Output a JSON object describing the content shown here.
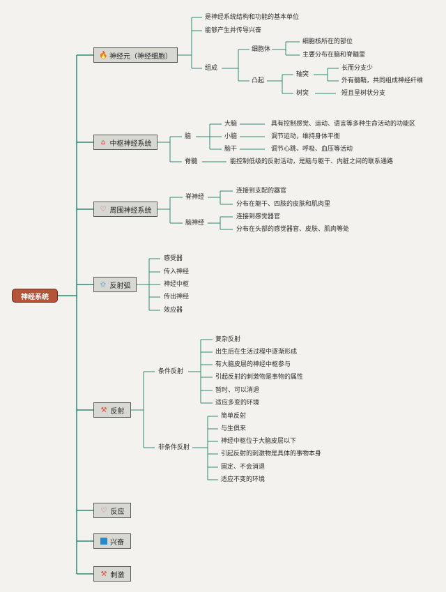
{
  "root": "神经系统",
  "icons": {
    "neuron": "flame-icon",
    "central": "house-icon",
    "peripheral": "heart-icon",
    "arc": "star-icon",
    "reflex": "tools-icon",
    "response": "heart-icon",
    "excite": "flag-icon",
    "stimulus": "tools-icon"
  },
  "neuron": {
    "label": "神经元（神经细胞）",
    "desc1": "是神经系统结构和功能的基本单位",
    "desc2": "能够产生并传导兴奋",
    "composition": "组成",
    "soma": "细胞体",
    "soma1": "细胞核所在的部位",
    "soma2": "主要分布在脑和脊髓里",
    "process": "凸起",
    "axon": "轴突",
    "axon1": "长而分支少",
    "axon2": "外有髓鞘，共同组成神经纤维",
    "dendrite": "树突",
    "dendrite1": "短且呈树状分支"
  },
  "central": {
    "label": "中枢神经系统",
    "brain": "脑",
    "cerebrum": "大脑",
    "cerebrum_d": "具有控制感觉、运动、语言等多种生命活动的功能区",
    "cerebellum": "小脑",
    "cerebellum_d": "调节运动，维持身体平衡",
    "brainstem": "脑干",
    "brainstem_d": "调节心跳、呼吸、血压等活动",
    "spinal": "脊髓",
    "spinal_d": "能控制低级的反射活动，是脑与躯干、内脏之间的联系通路"
  },
  "peripheral": {
    "label": "周围神经系统",
    "spinal_nerve": "脊神经",
    "sn1": "连接到支配的器官",
    "sn2": "分布在躯干、四肢的皮肤和肌肉里",
    "cranial_nerve": "脑神经",
    "cn1": "连接到感觉器官",
    "cn2": "分布在头部的感觉器官、皮肤、肌肉等处"
  },
  "arc": {
    "label": "反射弧",
    "items": [
      "感受器",
      "传入神经",
      "神经中枢",
      "传出神经",
      "效应器"
    ]
  },
  "reflex": {
    "label": "反射",
    "conditioned": "条件反射",
    "c_items": [
      "复杂反射",
      "出生后在生活过程中逐渐形成",
      "有大脑皮层的神经中枢参与",
      "引起反射的刺激物是事物的属性",
      "暂时、可以消退",
      "适应多变的环境"
    ],
    "unconditioned": "非条件反射",
    "u_items": [
      "简单反射",
      "与生俱来",
      "神经中枢位于大脑皮层以下",
      "引起反射的刺激物是具体的事物本身",
      "固定、不会消退",
      "适应不变的环境"
    ]
  },
  "response": {
    "label": "反应"
  },
  "excite": {
    "label": "兴奋"
  },
  "stimulus": {
    "label": "刺激"
  }
}
